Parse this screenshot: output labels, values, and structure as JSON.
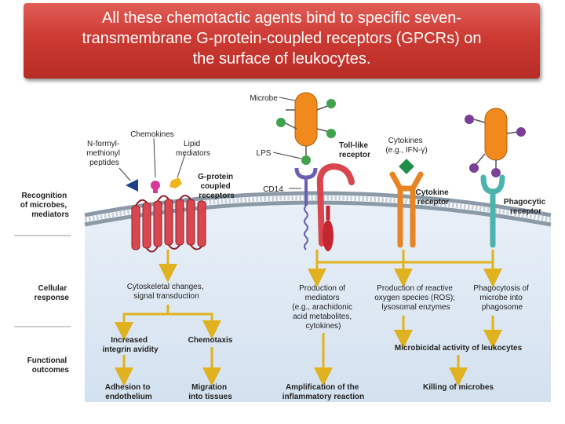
{
  "title": {
    "line1": "All these chemotactic agents bind to specific seven-",
    "line2": "transmembrane G-protein-coupled receptors (GPCRs) on",
    "line3": "the surface of leukocytes."
  },
  "side_labels": {
    "recognition": [
      "Recognition",
      "of microbes,",
      "mediators"
    ],
    "cellular": [
      "Cellular",
      "response"
    ],
    "functional": [
      "Functional",
      "outcomes"
    ]
  },
  "ligands": {
    "formyl": [
      "N-formyl-",
      "methionyl",
      "peptides"
    ],
    "chemokines": "Chemokines",
    "lipid": [
      "Lipid",
      "mediators"
    ],
    "microbe": "Microbe",
    "lps": "LPS",
    "cytokines": [
      "Cytokines",
      "(e.g., IFN-γ)"
    ]
  },
  "receptors": {
    "gpcr": [
      "G-protein",
      "coupled",
      "receptors"
    ],
    "tlr": [
      "Toll-like",
      "receptor"
    ],
    "cd14": "CD14",
    "cytokine": [
      "Cytokine",
      "receptor"
    ],
    "phagocytic": [
      "Phagocytic",
      "receptor"
    ]
  },
  "responses": {
    "cytoskeletal": [
      "Cytoskeletal changes,",
      "signal transduction"
    ],
    "mediators": [
      "Production of",
      "mediators",
      "(e.g., arachidonic",
      "acid metabolites,",
      "cytokines)"
    ],
    "ros": [
      "Production of reactive",
      "oxygen species (ROS);",
      "lysosomal enzymes"
    ],
    "phagocytosis": [
      "Phagocytosis of",
      "microbe into",
      "phagosome"
    ]
  },
  "outcomes": {
    "integrin": [
      "Increased",
      "integrin avidity"
    ],
    "chemotaxis": "Chemotaxis",
    "microbicidal": "Microbicidal activity of leukocytes",
    "adhesion": [
      "Adhesion to",
      "endothelium"
    ],
    "migration": [
      "Migration",
      "into tissues"
    ],
    "amplification": [
      "Amplification of the",
      "inflammatory reaction"
    ],
    "killing": "Killing of microbes"
  },
  "colors": {
    "banner": "#cc3a33",
    "cytoplasm": "#dde8f3",
    "gpcr": "#d9464f",
    "arrow": "#e0b21f",
    "microbe": "#f08a1c",
    "green_ligand": "#3fa34d",
    "purple_ligand": "#7b3f99",
    "teal_receptor": "#4ab4ad",
    "cytokine_receptor": "#e98424"
  }
}
